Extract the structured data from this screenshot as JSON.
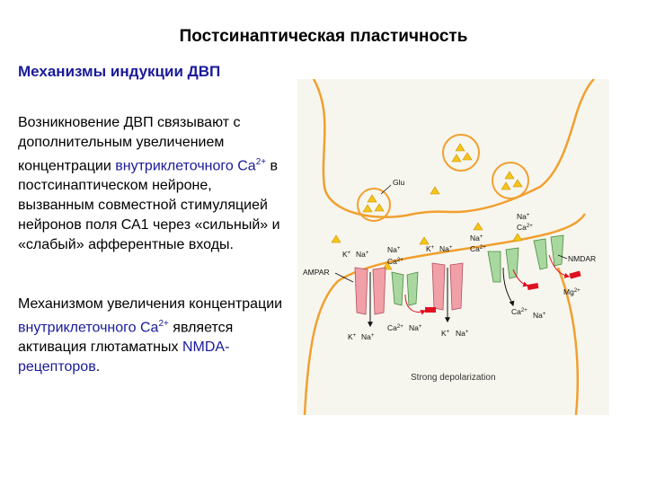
{
  "slide": {
    "title": "Постсинаптическая пластичность",
    "subtitle": "Механизмы индукции ДВП",
    "paragraph1": {
      "part1": "Возникновение ДВП связывают с дополнительным увеличением концентрации ",
      "highlight": "внутриклеточного Ca",
      "sup": "2+",
      "part2": " в постсинаптическом нейроне, вызванным совместной стимуляцией нейронов поля СА1 через «сильный» и «слабый» афферентные входы."
    },
    "paragraph2": {
      "part1": "Механизмом увеличения концентрации ",
      "highlight": "внутриклеточного Ca",
      "sup": "2+",
      "part2": " является активация глютаматных ",
      "highlight2": "NMDA-рецепторов",
      "part3": "."
    }
  },
  "figure": {
    "glu_label": "Glu",
    "ampar_label": "AMPAR",
    "nmdar_label": "NMDAR",
    "mg_label": "Mg",
    "mg_sup": "2+",
    "depolarization_label": "Strong depolarization",
    "ion_k": "K",
    "ion_na": "Na",
    "ion_ca": "Ca",
    "ion_plus": "+",
    "ion_2plus": "2+"
  },
  "colors": {
    "membrane": "#f0a030",
    "vesicle": "#f0a030",
    "glutamate": "#f5c518",
    "ampar": "#f2a0a8",
    "nmdar": "#a8d8a0",
    "mg_block": "#e01020",
    "highlight_text": "#1a1a99",
    "figure_bg": "#f7f6ee"
  }
}
